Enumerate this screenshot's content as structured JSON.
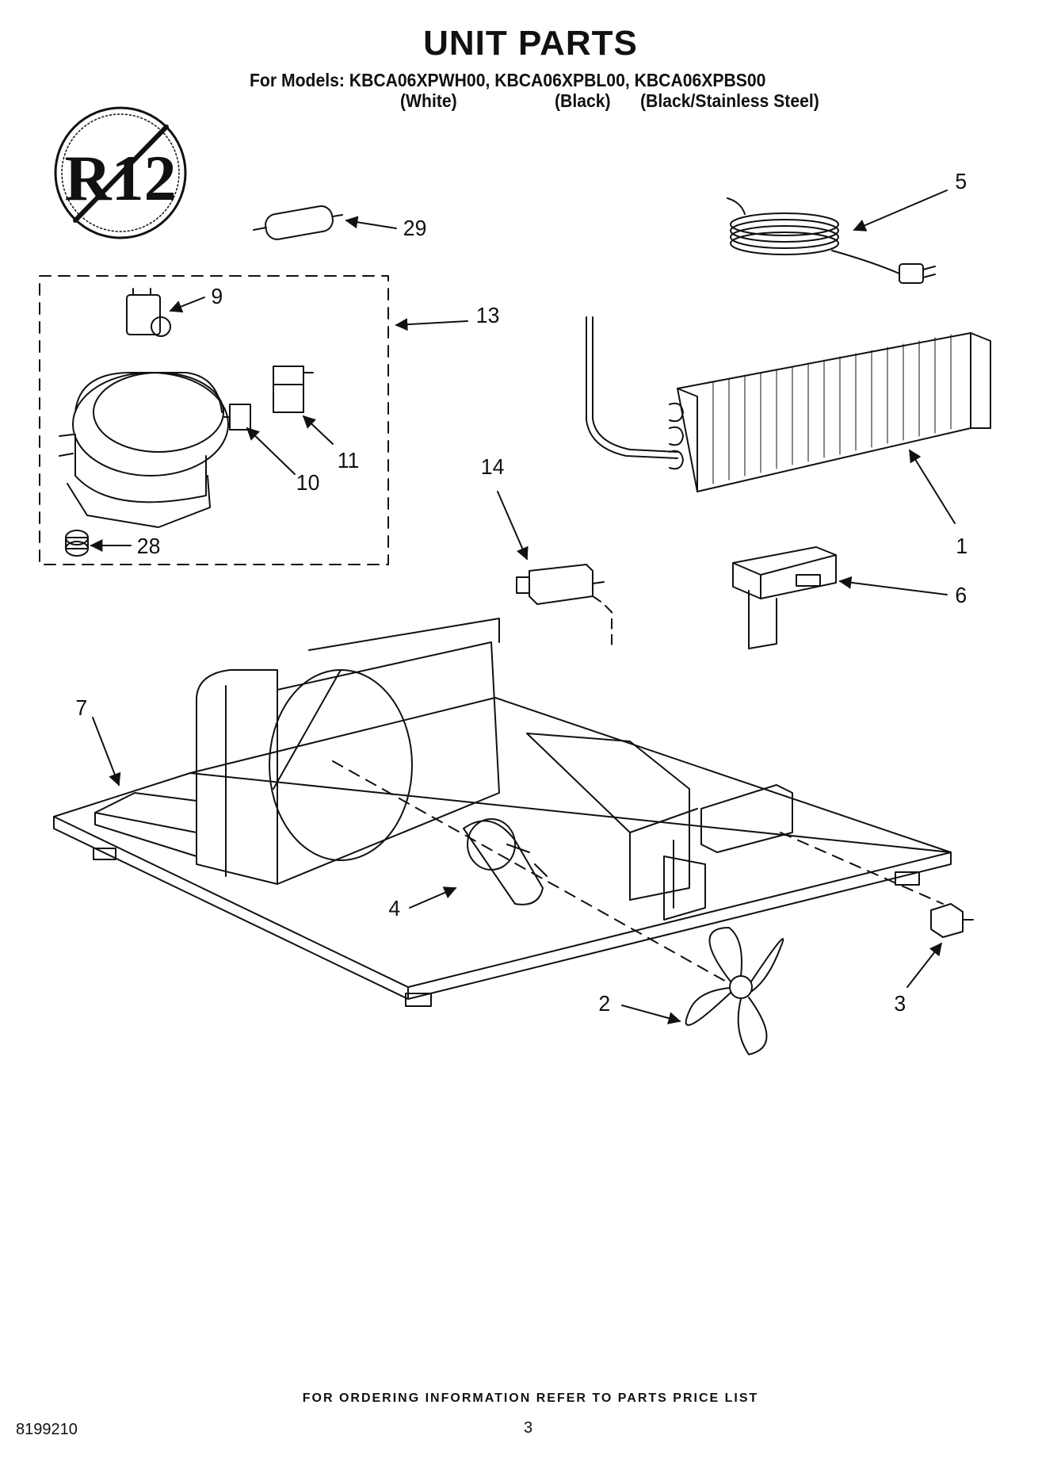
{
  "header": {
    "title": "UNIT PARTS",
    "models_line": "For Models: KBCA06XPWH00, KBCA06XPBL00, KBCA06XPBS00",
    "variants": [
      "(White)",
      "(Black)",
      "(Black/Stainless Steel)"
    ]
  },
  "badge": {
    "text": "R12",
    "icon": "no-r12-refrigerant-icon"
  },
  "callouts": {
    "c1": "1",
    "c2": "2",
    "c3": "3",
    "c4": "4",
    "c5": "5",
    "c6": "6",
    "c7": "7",
    "c9": "9",
    "c10": "10",
    "c11": "11",
    "c13": "13",
    "c14": "14",
    "c28": "28",
    "c29": "29"
  },
  "footer": {
    "note": "FOR ORDERING INFORMATION REFER TO PARTS PRICE LIST",
    "doc_number": "8199210",
    "page": "3"
  }
}
